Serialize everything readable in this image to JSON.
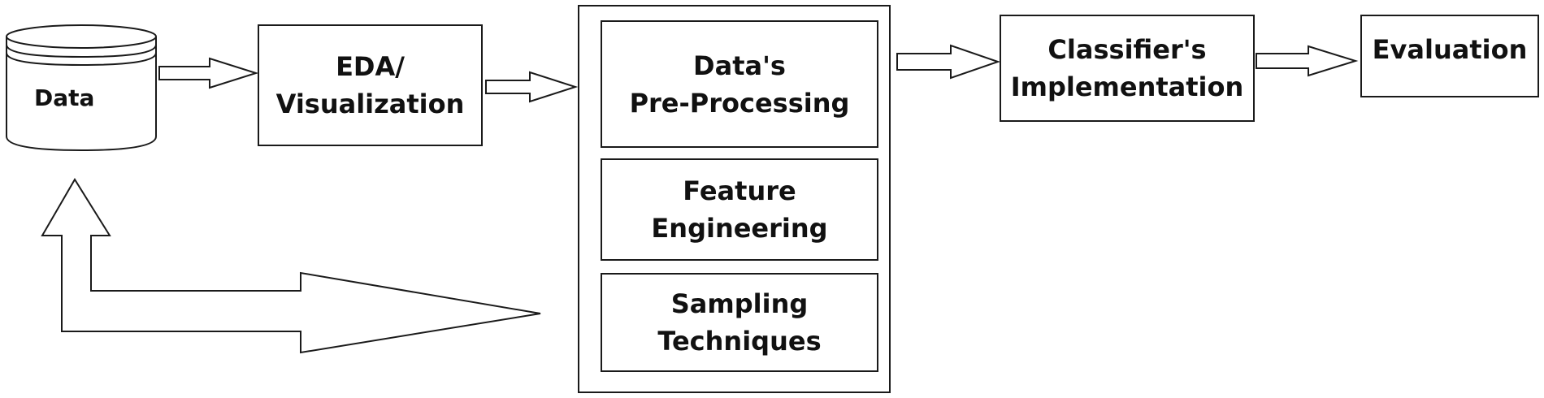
{
  "diagram": {
    "data_node": {
      "label": "Data"
    },
    "eda_node": {
      "line1": "EDA/",
      "line2": "Visualization"
    },
    "preprocessing_node": {
      "line1": "Data's",
      "line2": "Pre-Processing"
    },
    "feature_node": {
      "line1": "Feature",
      "line2": "Engineering"
    },
    "sampling_node": {
      "line1": "Sampling",
      "line2": "Techniques"
    },
    "classifier_node": {
      "line1": "Classifier's",
      "line2": "Implementation"
    },
    "evaluation_node": {
      "label": "Evaluation"
    },
    "colors": {
      "stroke": "#1a1a1a",
      "fill": "#ffffff"
    }
  }
}
